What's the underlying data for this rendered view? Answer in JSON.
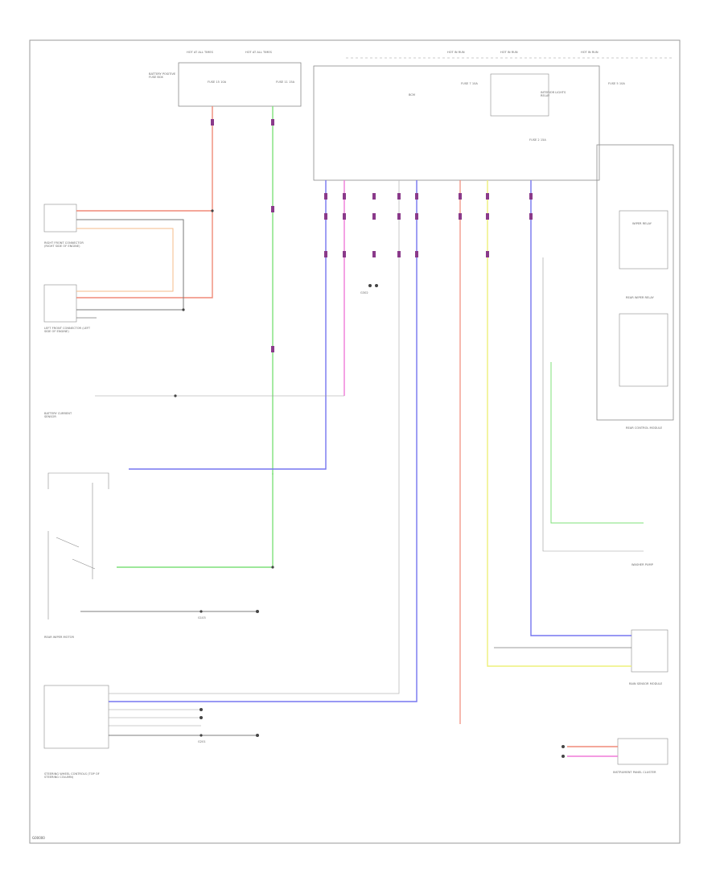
{
  "page_code": "G00000",
  "colors": {
    "red": "#f08a78",
    "green": "#7fe07a",
    "blue": "#7676f0",
    "pink": "#f07ad8",
    "yellow": "#eef07a",
    "orange": "#f5bb8a",
    "wire": "#7a7a7a",
    "connector": "#8a3a8a"
  },
  "top_fuse_box": {
    "header_left": "HOT AT ALL TIMES",
    "header_right": "HOT AT ALL TIMES",
    "fuse_a": "FUSE 15 10A",
    "fuse_b": "FUSE 11 15A"
  },
  "main_fuse_box": {
    "header_1": "HOT IN RUN",
    "header_2": "HOT IN RUN",
    "header_3": "HOT IN RUN",
    "title": "BCM",
    "fuse_c": "FUSE 7 10A",
    "fuse_d": "FUSE 2 15A",
    "fuse_e": "FUSE 5 10A",
    "relay": "INTERIOR LIGHTS RELAY"
  },
  "left_components": {
    "battery_fuse_label": "BATTERY POSITIVE FUSE BOX",
    "rf_connector": "RIGHT FRONT CONNECTOR (RIGHT SIDE OF ENGINE)",
    "lf_connector": "LEFT FRONT CONNECTOR (LEFT SIDE OF ENGINE)",
    "battery_sensor": "BATTERY CURRENT SENSOR",
    "rear_wiper": "REAR WIPER MOTOR",
    "steering_col": "STEERING WHEEL CONTROLS (TOP OF STEERING COLUMN)"
  },
  "right_components": {
    "wiper_relay": "WIPER RELAY",
    "rear_wiper_relay": "REAR WIPER RELAY",
    "relay_box": "REAR CONTROL MODULE",
    "washer_pump": "WASHER PUMP",
    "rain_sensor": "RAIN SENSOR MODULE",
    "instrument": "INSTRUMENT PANEL CLUSTER"
  },
  "grounds": {
    "g1": "G103",
    "g2": "G201",
    "g3": "G302"
  }
}
